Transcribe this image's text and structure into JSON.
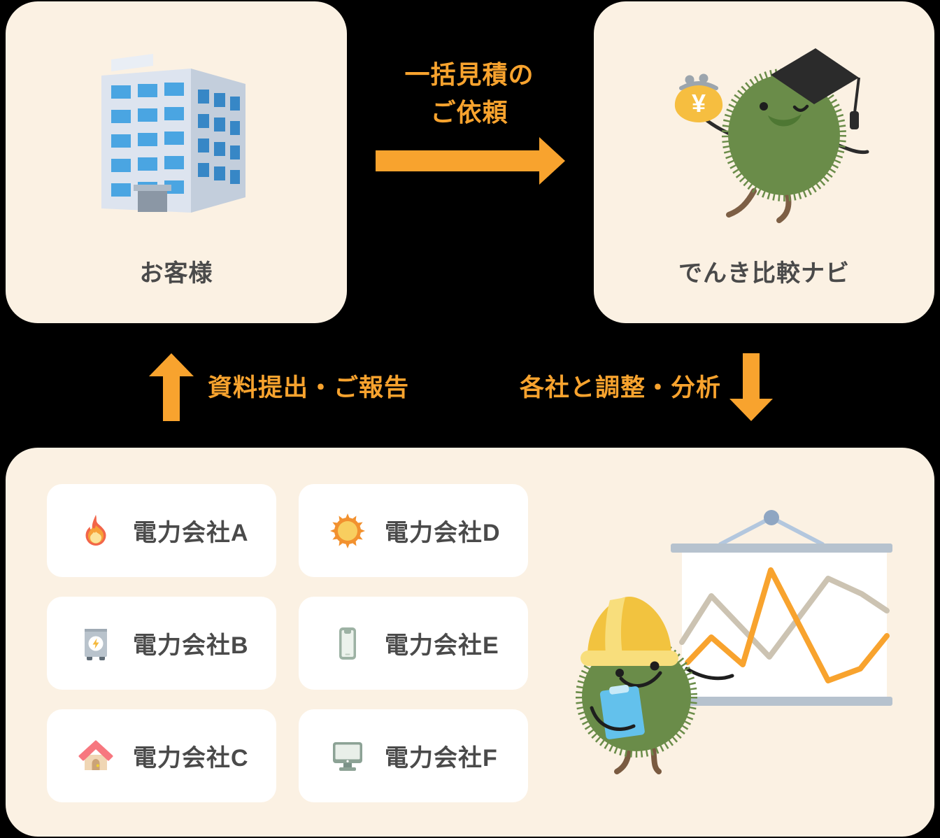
{
  "colors": {
    "background": "#000000",
    "panel": "#FBF1E3",
    "accent_orange": "#F8A32E",
    "text_dark": "#4A4A4A",
    "card_white": "#FFFFFF",
    "mascot_green": "#6A8C49",
    "chart_tan": "#CCC3B2"
  },
  "actors": {
    "customer": {
      "label": "お客様"
    },
    "service": {
      "label": "でんき比較ナビ",
      "purse_symbol": "¥"
    }
  },
  "flows": {
    "request": {
      "line1": "一括見積の",
      "line2": "ご依頼"
    },
    "report": {
      "label": "資料提出・ご報告"
    },
    "coordinate": {
      "label": "各社と調整・分析"
    }
  },
  "companies": [
    {
      "label": "電力会社A",
      "icon": "flame-icon"
    },
    {
      "label": "電力会社D",
      "icon": "sun-icon"
    },
    {
      "label": "電力会社B",
      "icon": "battery-icon"
    },
    {
      "label": "電力会社E",
      "icon": "smartphone-icon"
    },
    {
      "label": "電力会社C",
      "icon": "house-icon"
    },
    {
      "label": "電力会社F",
      "icon": "monitor-icon"
    }
  ],
  "chart_data": {
    "type": "line",
    "title": "",
    "xlabel": "",
    "ylabel": "",
    "axes_labels_visible": false,
    "series": [
      {
        "name": "orange-line",
        "color": "#F8A32E",
        "points": [
          [
            33,
            232
          ],
          [
            67,
            196
          ],
          [
            112,
            235
          ],
          [
            152,
            100
          ],
          [
            234,
            258
          ],
          [
            280,
            241
          ],
          [
            318,
            194
          ]
        ]
      },
      {
        "name": "tan-line",
        "color": "#CCC3B2",
        "points": [
          [
            25,
            203
          ],
          [
            67,
            137
          ],
          [
            150,
            224
          ],
          [
            234,
            112
          ],
          [
            282,
            134
          ],
          [
            318,
            158
          ]
        ]
      }
    ]
  }
}
